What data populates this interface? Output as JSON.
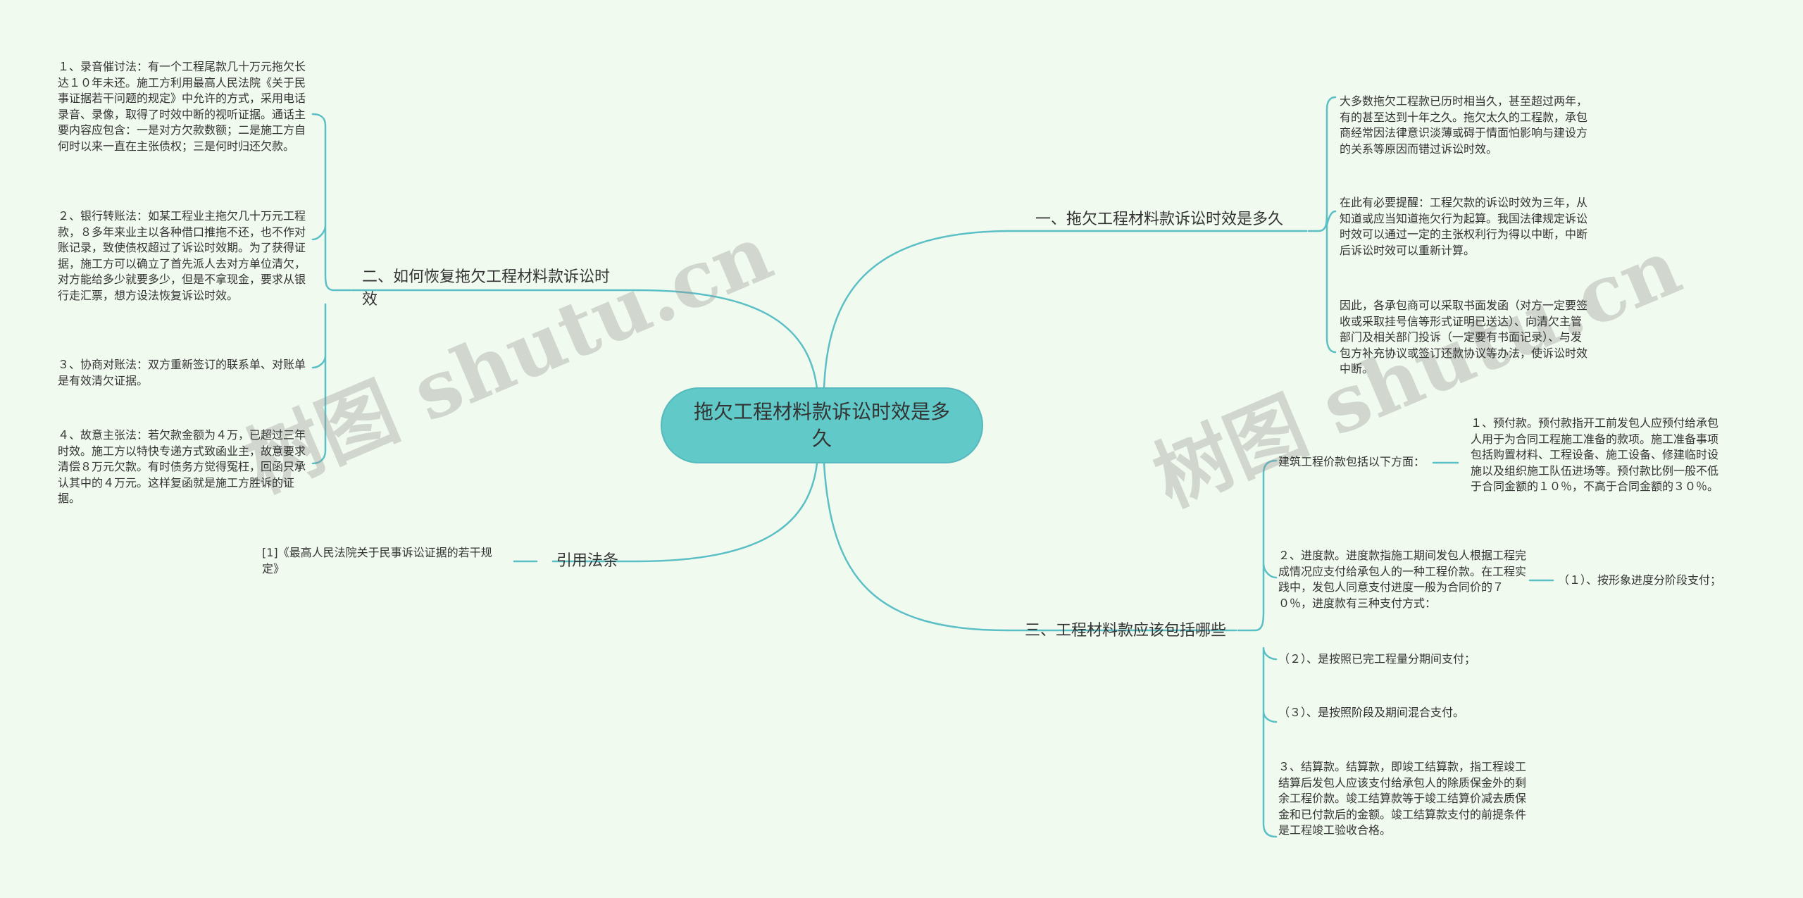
{
  "root": {
    "label": "拖欠工程材料款诉讼时效是多久"
  },
  "branches": {
    "b1": {
      "label": "一、拖欠工程材料款诉讼时效是多久"
    },
    "b2": {
      "label": "二、如何恢复拖欠工程材料款诉讼时效"
    },
    "b3": {
      "label": "三、工程材料款应该包括哪些"
    },
    "b4": {
      "label": "引用法条"
    }
  },
  "leaves": {
    "b1_1": "大多数拖欠工程款已历时相当久，甚至超过两年，有的甚至达到十年之久。拖欠太久的工程款，承包商经常因法律意识淡薄或碍于情面怕影响与建设方的关系等原因而错过诉讼时效。",
    "b1_2": "在此有必要提醒：工程欠款的诉讼时效为三年，从知道或应当知道拖欠行为起算。我国法律规定诉讼时效可以通过一定的主张权利行为得以中断，中断后诉讼时效可以重新计算。",
    "b1_3": "因此，各承包商可以采取书面发函（对方一定要签收或采取挂号信等形式证明已送达）、向清欠主管部门及相关部门投诉（一定要有书面记录）、与发包方补充协议或签订还款协议等办法，使诉讼时效中断。",
    "b2_1": "１、录音催讨法：有一个工程尾款几十万元拖欠长达１０年未还。施工方利用最高人民法院《关于民事证据若干问题的规定》中允许的方式，采用电话录音、录像，取得了时效中断的视听证据。通话主要内容应包含：一是对方欠款数额；二是施工方自何时以来一直在主张债权；三是何时归还欠款。",
    "b2_2": "２、银行转账法：如某工程业主拖欠几十万元工程款，８多年来业主以各种借口推拖不还，也不作对账记录，致使债权超过了诉讼时效期。为了获得证据，施工方可以确立了首先派人去对方单位清欠，对方能给多少就要多少，但是不拿现金，要求从银行走汇票，想方设法恢复诉讼时效。",
    "b2_3": "３、协商对账法：双方重新签订的联系单、对账单是有效清欠证据。",
    "b2_4": "４、故意主张法：若欠款金额为４万，已超过三年时效。施工方以特快专递方式致函业主，故意要求清偿８万元欠款。有时债务方觉得冤枉，回函只承认其中的４万元。这样复函就是施工方胜诉的证据。",
    "b3_0": "建筑工程价款包括以下方面：",
    "b3_1": "１、预付款。预付款指开工前发包人应预付给承包人用于为合同工程施工准备的款项。施工准备事项包括购置材料、工程设备、施工设备、修建临时设施以及组织施工队伍进场等。预付款比例一般不低于合同金额的１０％，不高于合同金额的３０％。",
    "b3_2": "２、进度款。进度款指施工期间发包人根据工程完成情况应支付给承包人的一种工程价款。在工程实践中，发包人同意支付进度一般为合同价的７０％，进度款有三种支付方式：",
    "b3_2a": "（１）、按形象进度分阶段支付；",
    "b3_2b": "（２）、是按照已完工程量分期间支付；",
    "b3_2c": "（３）、是按照阶段及期间混合支付。",
    "b3_3": "３、结算款。结算款，即竣工结算款，指工程竣工结算后发包人应该支付给承包人的除质保金外的剩余工程价款。竣工结算款等于竣工结算价减去质保金和已付款后的金额。竣工结算款支付的前提条件是工程竣工验收合格。",
    "b4_1": "[1]《最高人民法院关于民事诉讼证据的若干规定》"
  },
  "watermark": {
    "text": "树图 shutu.cn"
  },
  "colors": {
    "background": "#f1faef",
    "root_fill": "#62c9c9",
    "connector": "#5bbfc6"
  }
}
